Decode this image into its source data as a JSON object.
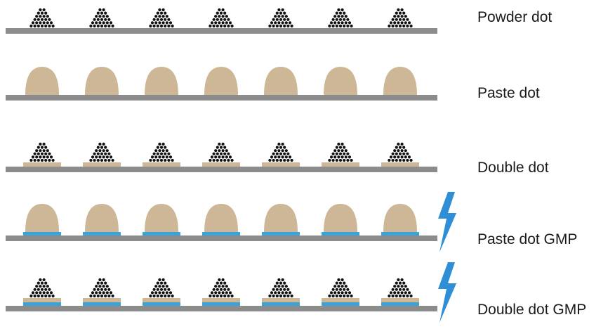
{
  "colors": {
    "substrate": "#8c8c8c",
    "paste": "#cdb796",
    "powder": "#111111",
    "gmp_layer": "#3ba3d8",
    "lightning": "#2f8fd6"
  },
  "rows": [
    {
      "label": "Powder dot",
      "layers": [
        "powder"
      ],
      "gmp": false
    },
    {
      "label": "Paste dot",
      "layers": [
        "paste"
      ],
      "gmp": false
    },
    {
      "label": "Double dot",
      "layers": [
        "paste",
        "powder"
      ],
      "gmp": false
    },
    {
      "label": "Paste dot GMP",
      "layers": [
        "gmp",
        "paste"
      ],
      "gmp": true,
      "icon": "lightning-bolt-icon"
    },
    {
      "label": "Double dot GMP",
      "layers": [
        "gmp",
        "paste",
        "powder"
      ],
      "gmp": true,
      "icon": "lightning-bolt-icon"
    }
  ],
  "dots_per_row": 7
}
